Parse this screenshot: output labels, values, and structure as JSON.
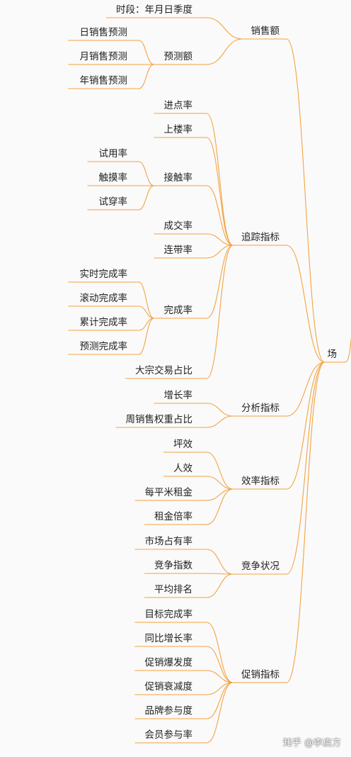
{
  "diagram": {
    "line_color": "#f4a340",
    "root": {
      "label": "场"
    },
    "branches": [
      {
        "label": "销售额",
        "children": [
          {
            "label": "时段：年月日季度"
          },
          {
            "label": "预测额",
            "children": [
              {
                "label": "日销售预测"
              },
              {
                "label": "月销售预测"
              },
              {
                "label": "年销售预测"
              }
            ]
          }
        ]
      },
      {
        "label": "追踪指标",
        "children": [
          {
            "label": "进点率"
          },
          {
            "label": "上楼率"
          },
          {
            "label": "接触率",
            "children": [
              {
                "label": "试用率"
              },
              {
                "label": "触摸率"
              },
              {
                "label": "试穿率"
              }
            ]
          },
          {
            "label": "成交率"
          },
          {
            "label": "连带率"
          },
          {
            "label": "完成率",
            "children": [
              {
                "label": "实时完成率"
              },
              {
                "label": "滚动完成率"
              },
              {
                "label": "累计完成率"
              },
              {
                "label": "预测完成率"
              }
            ]
          },
          {
            "label": "大宗交易占比"
          }
        ]
      },
      {
        "label": "分析指标",
        "children": [
          {
            "label": "增长率"
          },
          {
            "label": "周销售权重占比"
          }
        ]
      },
      {
        "label": "效率指标",
        "children": [
          {
            "label": "坪效"
          },
          {
            "label": "人效"
          },
          {
            "label": "每平米租金"
          },
          {
            "label": "租金倍率"
          }
        ]
      },
      {
        "label": "竞争状况",
        "children": [
          {
            "label": "市场占有率"
          },
          {
            "label": "竞争指数"
          },
          {
            "label": "平均排名"
          }
        ]
      },
      {
        "label": "促销指标",
        "children": [
          {
            "label": "目标完成率"
          },
          {
            "label": "同比增长率"
          },
          {
            "label": "促销爆发度"
          },
          {
            "label": "促销衰减度"
          },
          {
            "label": "品牌参与度"
          },
          {
            "label": "会员参与率"
          }
        ]
      }
    ]
  },
  "watermark": "知乎 @李启方"
}
